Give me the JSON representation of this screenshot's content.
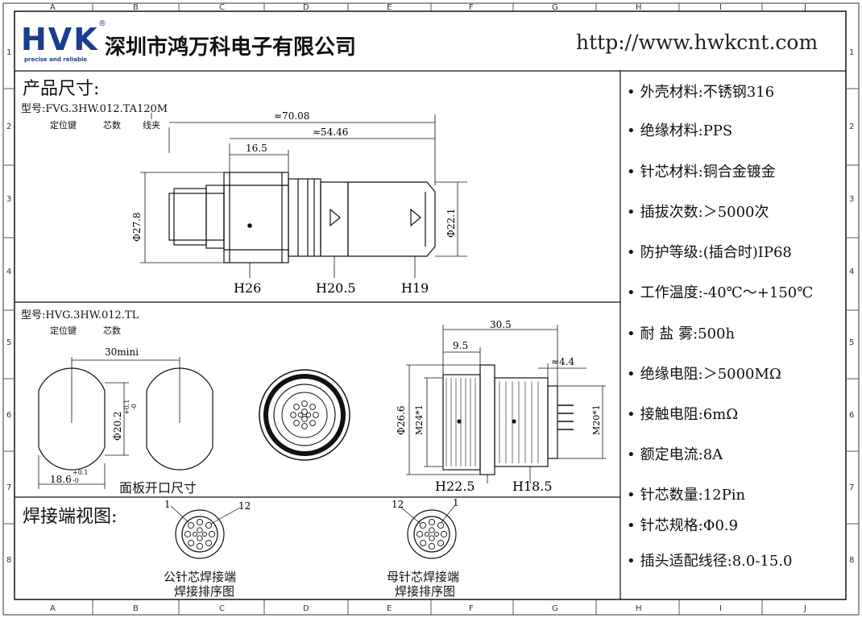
{
  "brand": {
    "logo_text": "HVK",
    "registered": "®",
    "tagline": "precise and reliable",
    "company": "深圳市鸿万科电子有限公司",
    "url": "http://www.hwkcnt.com",
    "brand_color": "#1a3d8f"
  },
  "frame": {
    "columns": [
      "A",
      "B",
      "C",
      "D",
      "E",
      "F",
      "G",
      "H",
      "I",
      "J"
    ],
    "rows": [
      "1",
      "2",
      "3",
      "4",
      "5",
      "6",
      "7",
      "8"
    ]
  },
  "dimensions_section": {
    "title": "产品尺寸:",
    "plug_model": "型号:FVG.3HW.012.TA120M",
    "plug_model_notes": [
      "定位键",
      "芯数",
      "线夹"
    ],
    "plug_dims": [
      "≈70.08",
      "≈54.46",
      "16.5",
      "Φ27.8",
      "Φ22.1",
      "H26",
      "H20.5",
      "H19"
    ],
    "socket_model": "型号:HVG.3HW.012.TL",
    "socket_model_notes": [
      "定位键",
      "芯数"
    ],
    "panel_dims": [
      "30mini",
      "Φ20.2",
      "+0.1",
      "-0",
      "18.6",
      "+0.1",
      "-0"
    ],
    "panel_caption": "面板开口尺寸",
    "socket_dims": [
      "30.5",
      "9.5",
      "≈4.4",
      "Φ26.6",
      "M24*1",
      "M20*1",
      "H22.5",
      "H18.5"
    ]
  },
  "solder_section": {
    "title": "焊接端视图:",
    "male_caption_1": "公针芯焊接端",
    "male_caption_2": "焊接排序图",
    "male_pins": [
      "1",
      "12"
    ],
    "female_caption_1": "母针芯焊接端",
    "female_caption_2": "焊接排序图",
    "female_pins": [
      "12",
      "1"
    ]
  },
  "specs": [
    {
      "label": "外壳材料:不锈钢316"
    },
    {
      "label": "绝缘材料:PPS"
    },
    {
      "label": "针芯材料:铜合金镀金"
    },
    {
      "label": "插拔次数:＞5000次"
    },
    {
      "label": "防护等级:(插合时)IP68"
    },
    {
      "label": "工作温度:-40℃～+150℃"
    },
    {
      "label": "耐 盐 雾:500h"
    },
    {
      "label": "绝缘电阻:＞5000MΩ"
    },
    {
      "label": "接触电阻:6mΩ"
    },
    {
      "label": "额定电流:8A"
    },
    {
      "label": "针芯数量:12Pin"
    },
    {
      "label": "针芯规格:Φ0.9"
    },
    {
      "label": "插头适配线径:8.0-15.0"
    }
  ]
}
